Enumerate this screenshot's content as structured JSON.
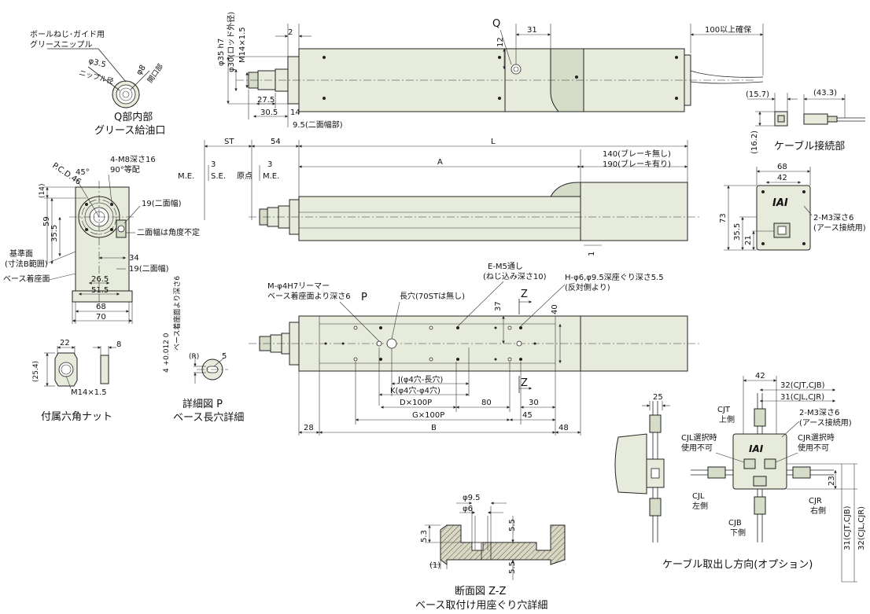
{
  "captions": {
    "q_internal": "Q部内部",
    "grease_port": "グリース給油口",
    "cable_connection": "ケーブル接続部",
    "hex_nut": "付属六角ナット",
    "detail_p_title": "詳細図 P",
    "detail_p_sub": "ベース長穴詳細",
    "section_zz_title": "断面図 Z-Z",
    "section_zz_sub": "ベース取付け用座ぐり穴詳細",
    "cable_direction": "ケーブル取出し方向(オプション)"
  },
  "q_detail": {
    "nipple_label_1": "ボールねじ･ガイド用",
    "nipple_label_2": "グリースニップル",
    "phi35": "φ3.5",
    "nipple_dia": "ニップル径",
    "phi8": "φ8",
    "opening": "開口部"
  },
  "top_view": {
    "q": "Q",
    "dim_2": "2",
    "dim_31": "31",
    "dim_12": "12",
    "dim_100": "100以上確保",
    "phi35h7": "φ35 h7",
    "phi30": "φ30(ロッド外径)",
    "m14": "M14×1.5",
    "dim_275": "27.5",
    "dim_305": "30.5",
    "dim_14": "14",
    "dim_95": "9.5(二面幅部)"
  },
  "cable_conn": {
    "dim_157": "(15.7)",
    "dim_433": "(43.3)",
    "dim_162": "(16.2)"
  },
  "side_view": {
    "st": "ST",
    "dim_54": "54",
    "l": "L",
    "a": "A",
    "brake1": "140(ブレーキ無し)",
    "brake2": "190(ブレーキ有り)",
    "me1": "M.E.",
    "se": "S.E.",
    "dim_3a": "3",
    "origin": "原点",
    "me2": "M.E.",
    "dim_3b": "3",
    "dim_1": "1"
  },
  "end_view": {
    "dim_68": "68",
    "dim_42": "42",
    "dim_73": "73",
    "dim_355": "35.5",
    "dim_21": "21",
    "m3a": "2-M3深さ6",
    "m3b": "(アース接続用)",
    "logo": "IAI"
  },
  "front_view": {
    "pcd": "P.C.D.46",
    "deg45": "45°",
    "m8a": "4-M8深さ16",
    "m8b": "90°等配",
    "dim_14": "(14)",
    "dim_59": "59",
    "dim_355": "35.5",
    "dim_19a": "19(二面幅)",
    "angle_note": "二面幅は角度不定",
    "ref_a": "基準面",
    "ref_b": "(寸法B範囲)",
    "mount": "ベース着座面",
    "dim_34": "34",
    "dim_19b": "19(二面幅)",
    "dim_265": "26.5",
    "dim_515": "51.5",
    "dim_68": "68",
    "dim_70": "70"
  },
  "hex_nut": {
    "dim_22": "22",
    "dim_8": "8",
    "dim_254": "(25.4)",
    "m14": "M14×1.5"
  },
  "detail_p": {
    "tol": "4 +0.012 0",
    "depth": "ベース着座面より深さ6",
    "r": "(R)",
    "dim_5": "5"
  },
  "bottom_view": {
    "ream1": "M-φ4H7リーマー",
    "ream2": "ベース着座面より深さ6",
    "p": "P",
    "slot": "長穴(70STは無し)",
    "em5a": "E-M5通し",
    "em5b": "(ねじ込み深さ10)",
    "h1": "H-φ6,φ9.5深座ぐり深さ5.5",
    "h2": "(反対側より)",
    "dim_37": "37",
    "dim_40": "40",
    "z1": "Z",
    "z2": "Z",
    "j": "J(φ4穴-長穴)",
    "k": "K(φ4穴-φ4穴)",
    "d100": "D×100P",
    "dim_80": "80",
    "dim_30": "30",
    "dim_45": "45",
    "g100": "G×100P",
    "dim_28": "28",
    "b": "B",
    "dim_48": "48"
  },
  "section_zz": {
    "phi95": "φ9.5",
    "phi6": "φ6",
    "dim_53": "5.3",
    "dim_55a": "5.5",
    "dim_55b": "5.5",
    "dim_1": "(1)"
  },
  "cable_opt": {
    "dim_25": "25",
    "dim_42": "42",
    "cjt_cjb": "32(CJT,CJB)",
    "cjl_cjr": "31(CJL,CJR)",
    "cjt1": "CJT",
    "cjt2": "上側",
    "m3a": "2-M3深さ6",
    "m3b": "(アース接続用)",
    "cjl_sel1": "CJL選択時",
    "cjl_sel2": "使用不可",
    "cjr_sel1": "CJR選択時",
    "cjr_sel2": "使用不可",
    "cjl1": "CJL",
    "cjl2": "左側",
    "cjb1": "CJB",
    "cjb2": "下側",
    "cjr1": "CJR",
    "cjr2": "右側",
    "dim_23": "23",
    "v31": "31(CJT,CJB)",
    "v32": "32(CJL,CJR)",
    "logo": "IAI"
  }
}
